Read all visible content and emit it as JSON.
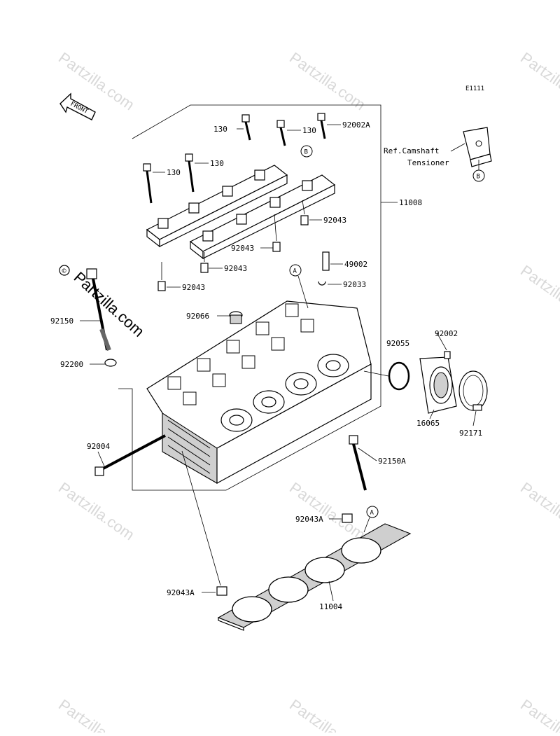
{
  "diagram_code": "E1111",
  "front_label": "FRONT",
  "reference": {
    "line1": "Ref.Camshaft",
    "line2": "Tensioner",
    "callout": "B"
  },
  "callouts": {
    "a": "A",
    "b": "B"
  },
  "watermark": {
    "symbol": "©",
    "text": "Partzilla.com"
  },
  "parts": {
    "p130_a": "130",
    "p130_b": "130",
    "p130_c": "130",
    "p130_d": "130",
    "p92002A": "92002A",
    "p11008": "11008",
    "p92043_a": "92043",
    "p92043_b": "92043",
    "p92043_c": "92043",
    "p92043_d": "92043",
    "p49002": "49002",
    "p92033": "92033",
    "p92066": "92066",
    "p92150": "92150",
    "p92200": "92200",
    "p92055": "92055",
    "p92002": "92002",
    "p16065": "16065",
    "p92171": "92171",
    "p92004": "92004",
    "p92150A": "92150A",
    "p92043A_a": "92043A",
    "p92043A_b": "92043A",
    "p11004": "11004"
  }
}
